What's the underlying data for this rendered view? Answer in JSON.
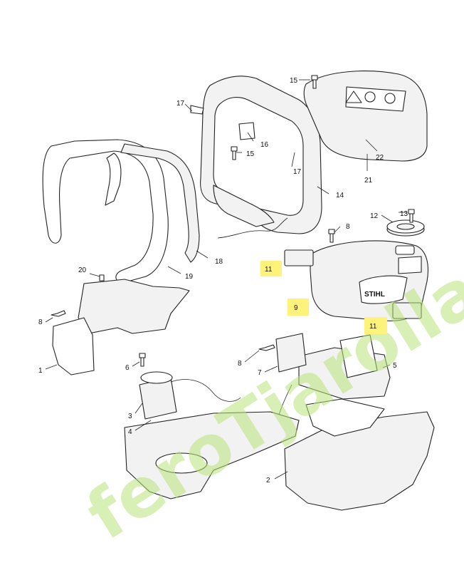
{
  "watermark": "feroTjarolla.com",
  "decal_text": "STIHL",
  "callouts": [
    {
      "id": "c15a",
      "text": "15"
    },
    {
      "id": "c17a",
      "text": "17"
    },
    {
      "id": "c16",
      "text": "16"
    },
    {
      "id": "c15b",
      "text": "15"
    },
    {
      "id": "c17b",
      "text": "17"
    },
    {
      "id": "c22",
      "text": "22"
    },
    {
      "id": "c21",
      "text": "21"
    },
    {
      "id": "c14",
      "text": "14"
    },
    {
      "id": "c13",
      "text": "13"
    },
    {
      "id": "c12",
      "text": "12"
    },
    {
      "id": "c8a",
      "text": "8"
    },
    {
      "id": "c18",
      "text": "18"
    },
    {
      "id": "c19",
      "text": "19"
    },
    {
      "id": "c20",
      "text": "20"
    },
    {
      "id": "c11a",
      "text": "11",
      "highlight": true
    },
    {
      "id": "c9",
      "text": "9",
      "highlight": true
    },
    {
      "id": "c11b",
      "text": "11",
      "highlight": true
    },
    {
      "id": "c8b",
      "text": "8"
    },
    {
      "id": "c1",
      "text": "1"
    },
    {
      "id": "c6",
      "text": "6"
    },
    {
      "id": "c8c",
      "text": "8"
    },
    {
      "id": "c7",
      "text": "7"
    },
    {
      "id": "c5",
      "text": "5"
    },
    {
      "id": "c3",
      "text": "3"
    },
    {
      "id": "c4",
      "text": "4"
    },
    {
      "id": "c2",
      "text": "2"
    }
  ],
  "colors": {
    "highlight": "#fff27a",
    "watermark": "#b9e27a",
    "line": "#222222"
  }
}
